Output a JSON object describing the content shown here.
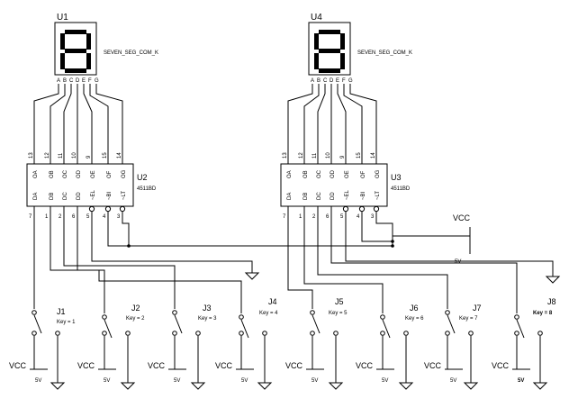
{
  "displays": [
    {
      "ref": "U1",
      "part": "SEVEN_SEG_COM_K",
      "pins": [
        "A",
        "B",
        "C",
        "D",
        "E",
        "F",
        "G"
      ]
    },
    {
      "ref": "U4",
      "part": "SEVEN_SEG_COM_K",
      "pins": [
        "A",
        "B",
        "C",
        "D",
        "E",
        "F",
        "G"
      ]
    }
  ],
  "decoders": [
    {
      "ref": "U2",
      "part": "4511BD",
      "top_pins": [
        "13",
        "12",
        "11",
        "10",
        "9",
        "15",
        "14"
      ],
      "outputs": [
        "OA",
        "OB",
        "OC",
        "OD",
        "OE",
        "OF",
        "OG"
      ],
      "inputs": [
        "DA",
        "DB",
        "DC",
        "DD",
        "~EL",
        "~BI",
        "~LT"
      ],
      "bottom_pins": [
        "7",
        "1",
        "2",
        "6",
        "5",
        "4",
        "3"
      ]
    },
    {
      "ref": "U3",
      "part": "4511BD",
      "top_pins": [
        "13",
        "12",
        "11",
        "10",
        "9",
        "15",
        "14"
      ],
      "outputs": [
        "OA",
        "OB",
        "OC",
        "OD",
        "OE",
        "OF",
        "OG"
      ],
      "inputs": [
        "DA",
        "DB",
        "DC",
        "DD",
        "~EL",
        "~BI",
        "~LT"
      ],
      "bottom_pins": [
        "7",
        "1",
        "2",
        "6",
        "5",
        "4",
        "3"
      ]
    }
  ],
  "switches": [
    {
      "ref": "J1",
      "key": "Key = 1"
    },
    {
      "ref": "J2",
      "key": "Key = 2"
    },
    {
      "ref": "J3",
      "key": "Key = 3"
    },
    {
      "ref": "J4",
      "key": "Key = 4"
    },
    {
      "ref": "J5",
      "key": "Key = 5"
    },
    {
      "ref": "J6",
      "key": "Key = 6"
    },
    {
      "ref": "J7",
      "key": "Key = 7"
    },
    {
      "ref": "J8",
      "key": "Key = 8"
    }
  ],
  "power": {
    "label": "VCC",
    "voltage": "5V"
  },
  "vcc_sources": 8
}
